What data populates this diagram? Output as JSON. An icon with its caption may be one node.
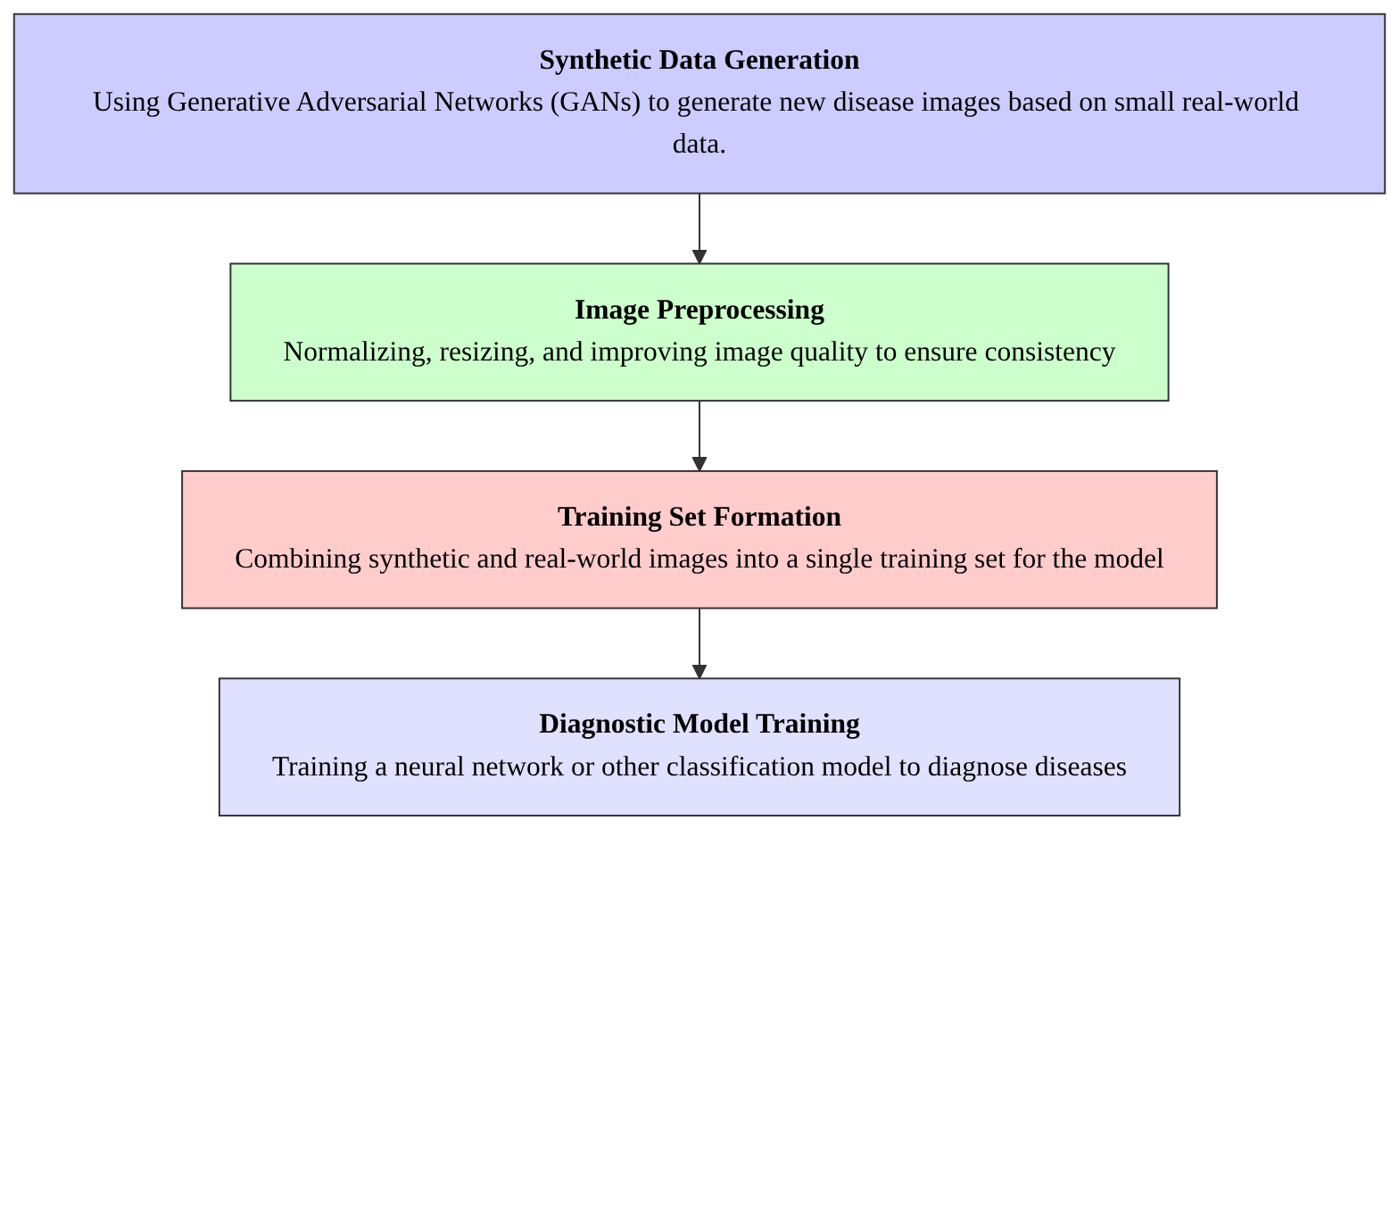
{
  "diagram": {
    "nodes": [
      {
        "text": [
          "Synthetic Data Generation",
          "Using Generative Adversarial Networks (GANs) to generate new disease images based on small real-world data."
        ]
      },
      {
        "text": [
          "Image Preprocessing",
          "Normalizing, resizing, and improving image quality to ensure consistency"
        ]
      },
      {
        "text": [
          "Training Set Formation",
          "Combining synthetic and real-world images into a single training set for the model"
        ]
      },
      {
        "text": [
          "Diagnostic Model Training",
          "Training a neural network or other classification model to diagnose diseases"
        ]
      }
    ],
    "edges": [
      {
        "from": 0,
        "to": 1,
        "arrow": "to"
      },
      {
        "from": 1,
        "to": 2,
        "arrow": "to"
      },
      {
        "from": 2,
        "to": 3,
        "arrow": "to"
      }
    ]
  }
}
